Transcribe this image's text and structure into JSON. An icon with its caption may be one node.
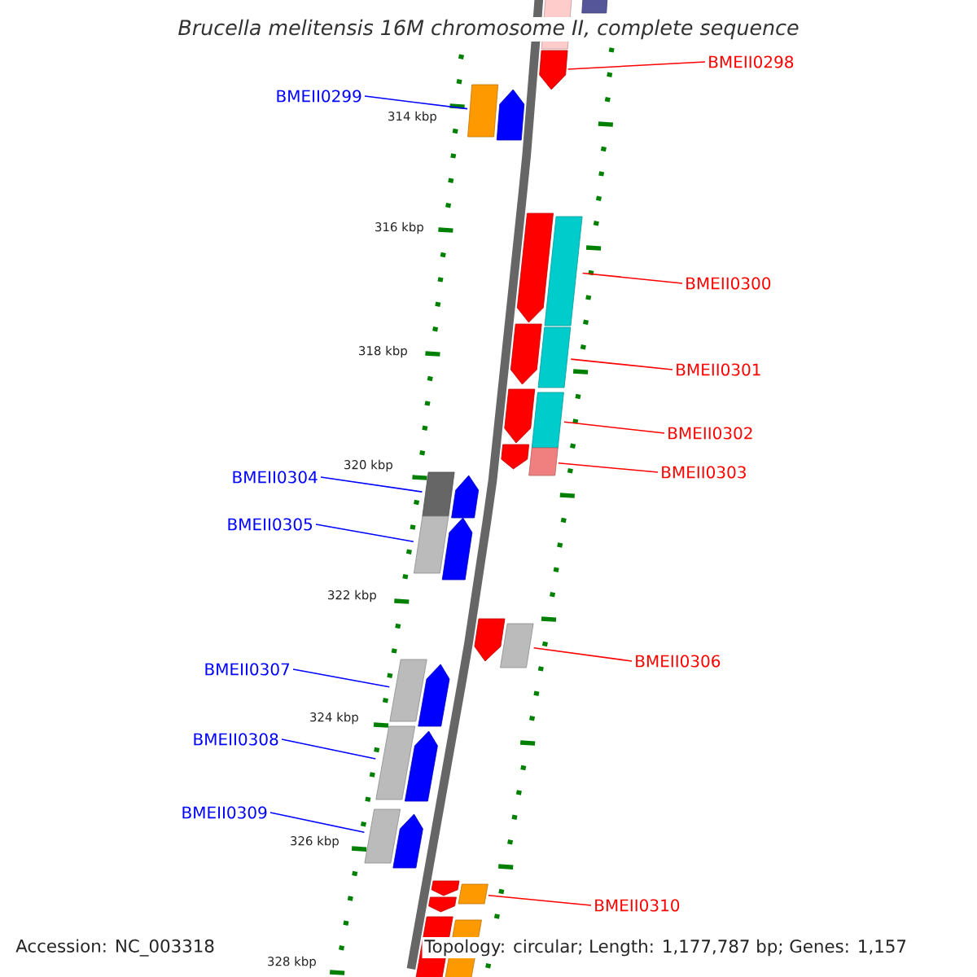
{
  "diagram": {
    "title": "Brucella melitensis 16M chromosome II, complete sequence",
    "nodes": [
      {
        "text": [
          "BMEII0298"
        ]
      },
      {
        "text": [
          "BMEII0299"
        ]
      },
      {
        "text": [
          "BMEII0300"
        ]
      },
      {
        "text": [
          "BMEII0301"
        ]
      },
      {
        "text": [
          "BMEII0302"
        ]
      },
      {
        "text": [
          "BMEII0303"
        ]
      },
      {
        "text": [
          "BMEII0304"
        ]
      },
      {
        "text": [
          "BMEII0305"
        ]
      },
      {
        "text": [
          "BMEII0306"
        ]
      },
      {
        "text": [
          "BMEII0307"
        ]
      },
      {
        "text": [
          "BMEII0308"
        ]
      },
      {
        "text": [
          "BMEII0309"
        ]
      },
      {
        "text": [
          "BMEII0310"
        ]
      },
      {
        "text": [],
        "shape": "box"
      },
      {
        "text": [],
        "shape": "arrow"
      },
      {
        "text": [],
        "shape": "box"
      },
      {
        "text": [],
        "shape": "box"
      },
      {
        "text": [],
        "shape": "arrow"
      },
      {
        "text": [],
        "shape": "arrow"
      },
      {
        "text": [],
        "shape": "box"
      },
      {
        "text": [],
        "shape": "arrow"
      },
      {
        "text": [],
        "shape": "box"
      },
      {
        "text": [],
        "shape": "arrow"
      },
      {
        "text": [],
        "shape": "box"
      },
      {
        "text": [],
        "shape": "arrow"
      },
      {
        "text": [],
        "shape": "box"
      },
      {
        "text": [],
        "shape": "box"
      },
      {
        "text": [],
        "shape": "arrow"
      },
      {
        "text": [],
        "shape": "box"
      },
      {
        "text": [],
        "shape": "arrow"
      },
      {
        "text": [],
        "shape": "arrow"
      },
      {
        "text": [],
        "shape": "box"
      },
      {
        "text": [],
        "shape": "box"
      },
      {
        "text": [],
        "shape": "arrow"
      },
      {
        "text": [],
        "shape": "box"
      },
      {
        "text": [],
        "shape": "arrow"
      },
      {
        "text": [],
        "shape": "box"
      },
      {
        "text": [],
        "shape": "arrow"
      },
      {
        "text": [],
        "shape": "arrow"
      },
      {
        "text": [],
        "shape": "arrow"
      },
      {
        "text": [],
        "shape": "box"
      },
      {
        "text": [],
        "shape": "box"
      },
      {
        "text": [],
        "shape": "box"
      }
    ],
    "edges": [
      {
        "from": 0,
        "to": 14,
        "arrow": "none"
      },
      {
        "from": 1,
        "to": 16,
        "arrow": "none",
        "color": "#0000ff"
      },
      {
        "from": 2,
        "to": 19,
        "arrow": "none"
      },
      {
        "from": 3,
        "to": 21,
        "arrow": "none"
      },
      {
        "from": 4,
        "to": 23,
        "arrow": "none"
      },
      {
        "from": 5,
        "to": 25,
        "arrow": "none"
      },
      {
        "from": 6,
        "to": 26,
        "arrow": "none",
        "color": "#0000ff"
      },
      {
        "from": 7,
        "to": 28,
        "arrow": "none",
        "color": "#0000ff"
      },
      {
        "from": 8,
        "to": 31,
        "arrow": "none"
      },
      {
        "from": 9,
        "to": 32,
        "arrow": "none",
        "color": "#0000ff"
      },
      {
        "from": 10,
        "to": 34,
        "arrow": "none",
        "color": "#0000ff"
      },
      {
        "from": 11,
        "to": 36,
        "arrow": "none",
        "color": "#0000ff"
      },
      {
        "from": 12,
        "to": 40,
        "arrow": "none"
      }
    ],
    "labels": [
      "314 kbp",
      "316 kbp",
      "318 kbp",
      "320 kbp",
      "322 kbp",
      "324 kbp",
      "326 kbp",
      "Accession: NC_003318",
      "Topology: circular; Length: 1,177,787 bp; Genes: 1,157",
      "328 kbp"
    ]
  }
}
